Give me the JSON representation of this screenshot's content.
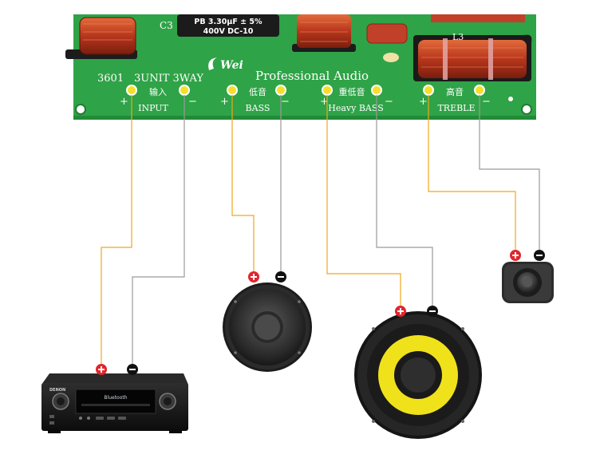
{
  "board": {
    "model": "3601",
    "config": "3UNIT 3WAY",
    "brand": "Professional Audio",
    "capacitor": {
      "line1": "PB 3.30µF ± 5%",
      "line2": "400V DC-10"
    },
    "inductor_label": "L3",
    "sections": [
      {
        "cn": "输入",
        "en": "INPUT"
      },
      {
        "cn": "低音",
        "en": "BASS"
      },
      {
        "cn": "重低音",
        "en": "Heavy BASS"
      },
      {
        "cn": "高音",
        "en": "TREBLE"
      }
    ],
    "polarity": {
      "plus": "+",
      "minus": "−"
    },
    "colors": {
      "pcb": "#2fa347",
      "wire_positive": "#f0a81c",
      "wire_negative": "#9a9a9a"
    }
  },
  "receiver": {
    "brand": "DENON",
    "display": "Bluetooth"
  },
  "icons": [
    "plus-badge-icon",
    "minus-badge-icon",
    "woofer-icon",
    "subwoofer-icon",
    "tweeter-icon",
    "receiver-icon"
  ]
}
